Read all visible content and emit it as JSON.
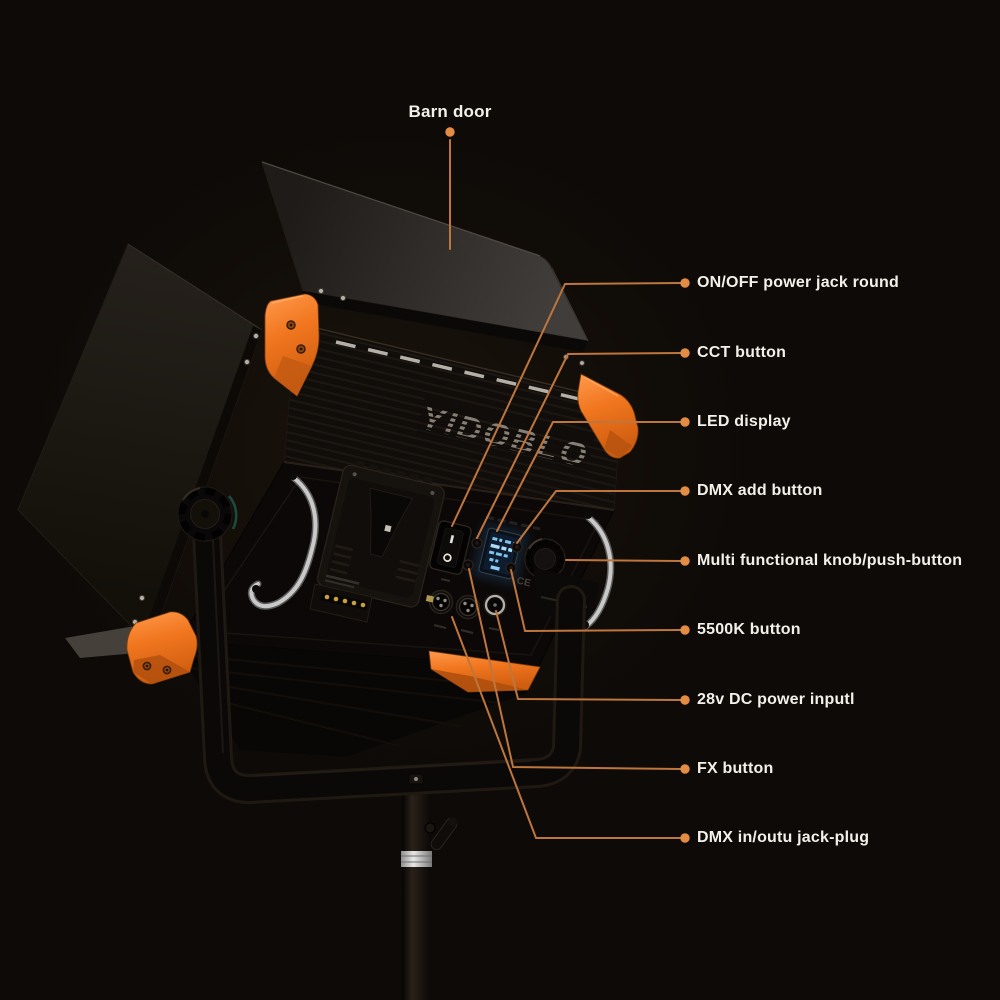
{
  "background_color": "#0d0a07",
  "colors": {
    "accent_orange": "#ef7420",
    "leader_line": "#bf763c",
    "leader_dot": "#e28d43",
    "label_text": "#f3f0ea",
    "led_screen_blue": "#7fc4ec",
    "chrome": "#c9c9c9"
  },
  "device": {
    "logo": "YIDOBLO",
    "ce_mark": "CE"
  },
  "callouts": {
    "top": {
      "label": "Barn door"
    },
    "right": [
      {
        "label": "ON/OFF power jack round"
      },
      {
        "label": "CCT button"
      },
      {
        "label": "LED display"
      },
      {
        "label": "DMX add button"
      },
      {
        "label": "Multi functional knob/push-button"
      },
      {
        "label": "5500K button"
      },
      {
        "label": "28v DC power inputl"
      },
      {
        "label": "FX button"
      },
      {
        "label": "DMX in/outu jack-plug"
      }
    ]
  }
}
